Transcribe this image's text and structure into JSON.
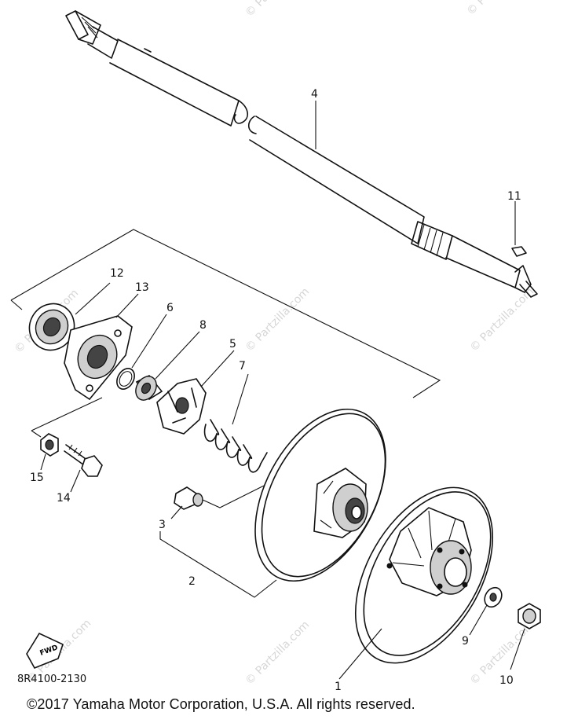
{
  "watermark": "© Partzilla.com",
  "drawing_number": "8R4100-2130",
  "fwd_label": "FWD",
  "copyright": "©2017  Yamaha Motor Corporation, U.S.A. All rights reserved.",
  "callouts": {
    "p1": "1",
    "p2": "2",
    "p3": "3",
    "p4": "4",
    "p5": "5",
    "p6": "6",
    "p7": "7",
    "p8": "8",
    "p9": "9",
    "p10": "10",
    "p11": "11",
    "p12": "12",
    "p13": "13",
    "p14": "14",
    "p15": "15"
  }
}
